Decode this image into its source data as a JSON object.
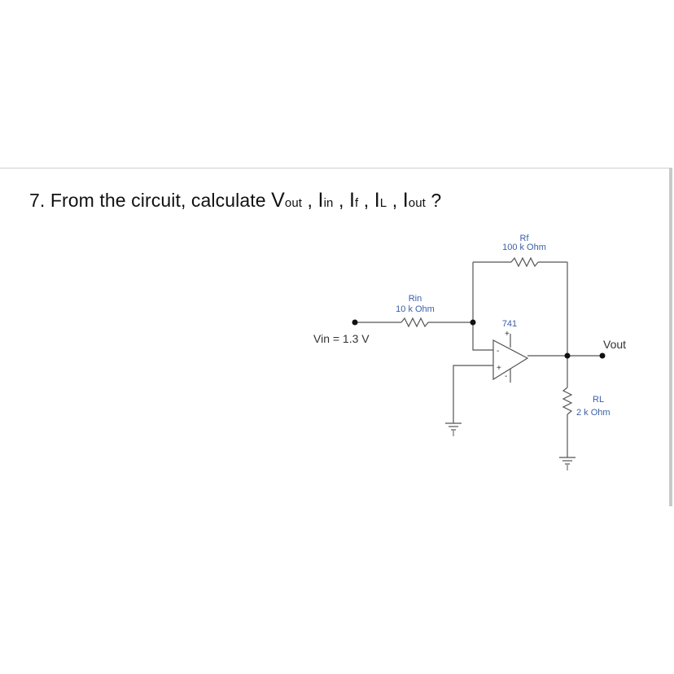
{
  "question": {
    "prefix": "7. From the circuit, calculate",
    "terms": [
      {
        "letter": "V",
        "sub": "out",
        "sep": " , "
      },
      {
        "letter": "I",
        "sub": "in",
        "sep": " , "
      },
      {
        "letter": "I",
        "sub": "f",
        "sep": " , "
      },
      {
        "letter": "I",
        "sub": "L",
        "sep": " , "
      },
      {
        "letter": "I",
        "sub": "out",
        "sep": " ?"
      }
    ]
  },
  "circuit": {
    "rf": {
      "name": "Rf",
      "value": "100 k Ohm"
    },
    "rin": {
      "name": "Rin",
      "value": "10 k Ohm"
    },
    "rl": {
      "name": "RL",
      "value": "2 k Ohm"
    },
    "opamp": {
      "model": "741",
      "inv": "-",
      "noninv": "+"
    },
    "vin_label": "Vin = 1.3 V",
    "vout_label": "Vout",
    "colors": {
      "wire": "#555555",
      "label": "#3a5fa8",
      "node": "#111111"
    }
  }
}
